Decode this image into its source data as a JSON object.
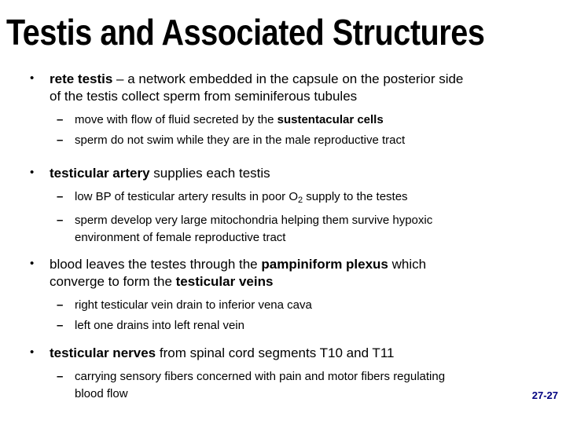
{
  "slide": {
    "title": "Testis and Associated Structures",
    "page_number": "27-27",
    "bullet_marker": "•",
    "sub_marker": "–",
    "colors": {
      "background": "#ffffff",
      "text": "#000000",
      "page_number": "#000080"
    },
    "bullets": [
      {
        "lines": [
          [
            {
              "t": "rete testis",
              "b": true
            },
            {
              "t": " – a network embedded in the capsule on the posterior side"
            }
          ],
          [
            {
              "t": "of the testis collect sperm from seminiferous tubules"
            }
          ]
        ],
        "subs": [
          {
            "lines": [
              [
                {
                  "t": "move with flow of fluid secreted by the "
                },
                {
                  "t": "sustentacular cells",
                  "b": true
                }
              ]
            ]
          },
          {
            "lines": [
              [
                {
                  "t": "sperm do not swim while they are in the male reproductive tract"
                }
              ]
            ]
          }
        ]
      },
      {
        "lines": [
          [
            {
              "t": "testicular artery",
              "b": true
            },
            {
              "t": " supplies each testis"
            }
          ]
        ],
        "subs": [
          {
            "lines": [
              [
                {
                  "t": "low BP of testicular artery results in poor O"
                },
                {
                  "t": "2",
                  "sub": true
                },
                {
                  "t": " supply to the testes"
                }
              ]
            ]
          },
          {
            "lines": [
              [
                {
                  "t": "sperm develop very large mitochondria helping them survive hypoxic"
                }
              ],
              [
                {
                  "t": "environment of female reproductive tract"
                }
              ]
            ]
          }
        ]
      },
      {
        "lines": [
          [
            {
              "t": "blood leaves the testes through the "
            },
            {
              "t": "pampiniform plexus",
              "b": true
            },
            {
              "t": " which"
            }
          ],
          [
            {
              "t": "converge to form the "
            },
            {
              "t": "testicular veins",
              "b": true
            }
          ]
        ],
        "subs": [
          {
            "lines": [
              [
                {
                  "t": "right testicular vein drain to inferior vena cava"
                }
              ]
            ]
          },
          {
            "lines": [
              [
                {
                  "t": "left one drains into left renal vein"
                }
              ]
            ]
          }
        ]
      },
      {
        "lines": [
          [
            {
              "t": "testicular nerves",
              "b": true
            },
            {
              "t": " from spinal cord segments T10 and T11"
            }
          ]
        ],
        "subs": [
          {
            "lines": [
              [
                {
                  "t": "carrying sensory fibers concerned with pain and motor fibers regulating"
                }
              ],
              [
                {
                  "t": "blood flow"
                }
              ]
            ]
          }
        ]
      }
    ]
  }
}
